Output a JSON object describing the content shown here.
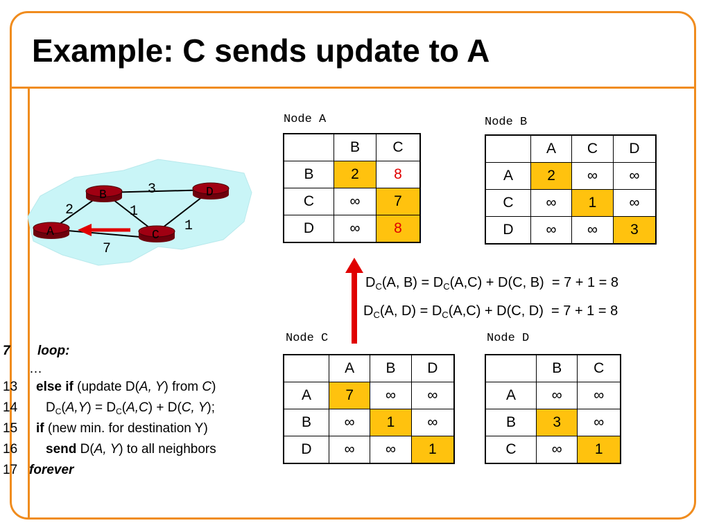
{
  "title": "Example: C sends update to A",
  "network": {
    "nodes": [
      "A",
      "B",
      "C",
      "D"
    ],
    "links": [
      {
        "from": "A",
        "to": "B",
        "cost": "2"
      },
      {
        "from": "B",
        "to": "C",
        "cost": "1"
      },
      {
        "from": "B",
        "to": "D",
        "cost": "3"
      },
      {
        "from": "C",
        "to": "D",
        "cost": "1"
      },
      {
        "from": "A",
        "to": "C",
        "cost": "7"
      }
    ],
    "colors": {
      "cloud": "#C9F5F7",
      "router": "#A00012",
      "arrow": "#E00000"
    }
  },
  "tables": {
    "node_a": {
      "label": "Node A",
      "cols": [
        "B",
        "C"
      ],
      "rows": [
        {
          "dest": "B",
          "cells": [
            "2",
            "8"
          ]
        },
        {
          "dest": "C",
          "cells": [
            "∞",
            "7"
          ]
        },
        {
          "dest": "D",
          "cells": [
            "∞",
            "8"
          ]
        }
      ]
    },
    "node_b": {
      "label": "Node B",
      "cols": [
        "A",
        "C",
        "D"
      ],
      "rows": [
        {
          "dest": "A",
          "cells": [
            "2",
            "∞",
            "∞"
          ]
        },
        {
          "dest": "C",
          "cells": [
            "∞",
            "1",
            "∞"
          ]
        },
        {
          "dest": "D",
          "cells": [
            "∞",
            "∞",
            "3"
          ]
        }
      ]
    },
    "node_c": {
      "label": "Node C",
      "cols": [
        "A",
        "B",
        "D"
      ],
      "rows": [
        {
          "dest": "A",
          "cells": [
            "7",
            "∞",
            "∞"
          ]
        },
        {
          "dest": "B",
          "cells": [
            "∞",
            "1",
            "∞"
          ]
        },
        {
          "dest": "D",
          "cells": [
            "∞",
            "∞",
            "1"
          ]
        }
      ]
    },
    "node_d": {
      "label": "Node D",
      "cols": [
        "B",
        "C"
      ],
      "rows": [
        {
          "dest": "A",
          "cells": [
            "∞",
            "∞"
          ]
        },
        {
          "dest": "B",
          "cells": [
            "3",
            "∞"
          ]
        },
        {
          "dest": "C",
          "cells": [
            "∞",
            "1"
          ]
        }
      ]
    }
  },
  "equations": [
    {
      "d": "D",
      "s1": "C",
      "m1": "(A, B) = D",
      "s2": "C",
      "m2": "(A,C) + D(C, B)",
      "result": "= 7 + 1 = 8"
    },
    {
      "d": "D",
      "s1": "C",
      "m1": "(A, D) = D",
      "s2": "C",
      "m2": "(A,C) + D(C, D)",
      "result": "= 7 + 1 = 8"
    }
  ],
  "code": {
    "l7_num": "7",
    "l7_kw": "loop:",
    "ellipsis": "…",
    "l13_num": "13",
    "l13_kw": "else if",
    "l13_a": " (update D(",
    "l13_i1": "A, Y",
    "l13_b": ") from ",
    "l13_i2": "C",
    "l13_c": ")",
    "l14_num": "14",
    "l14_a": "D",
    "l14_s1": "C",
    "l14_b": "(",
    "l14_i1": "A,Y",
    "l14_c": ") = D",
    "l14_s2": "C",
    "l14_d": "(",
    "l14_i2": "A,C",
    "l14_e": ") + D(",
    "l14_i3": "C, Y",
    "l14_f": ");",
    "l15_num": "15",
    "l15_kw": "if",
    "l15_a": " (new min. for destination Y)",
    "l16_num": "16",
    "l16_kw": "send",
    "l16_a": " D(",
    "l16_i1": "A, Y",
    "l16_b": ") to all neighbors",
    "l17_num": "17",
    "l17_kw": "forever"
  }
}
